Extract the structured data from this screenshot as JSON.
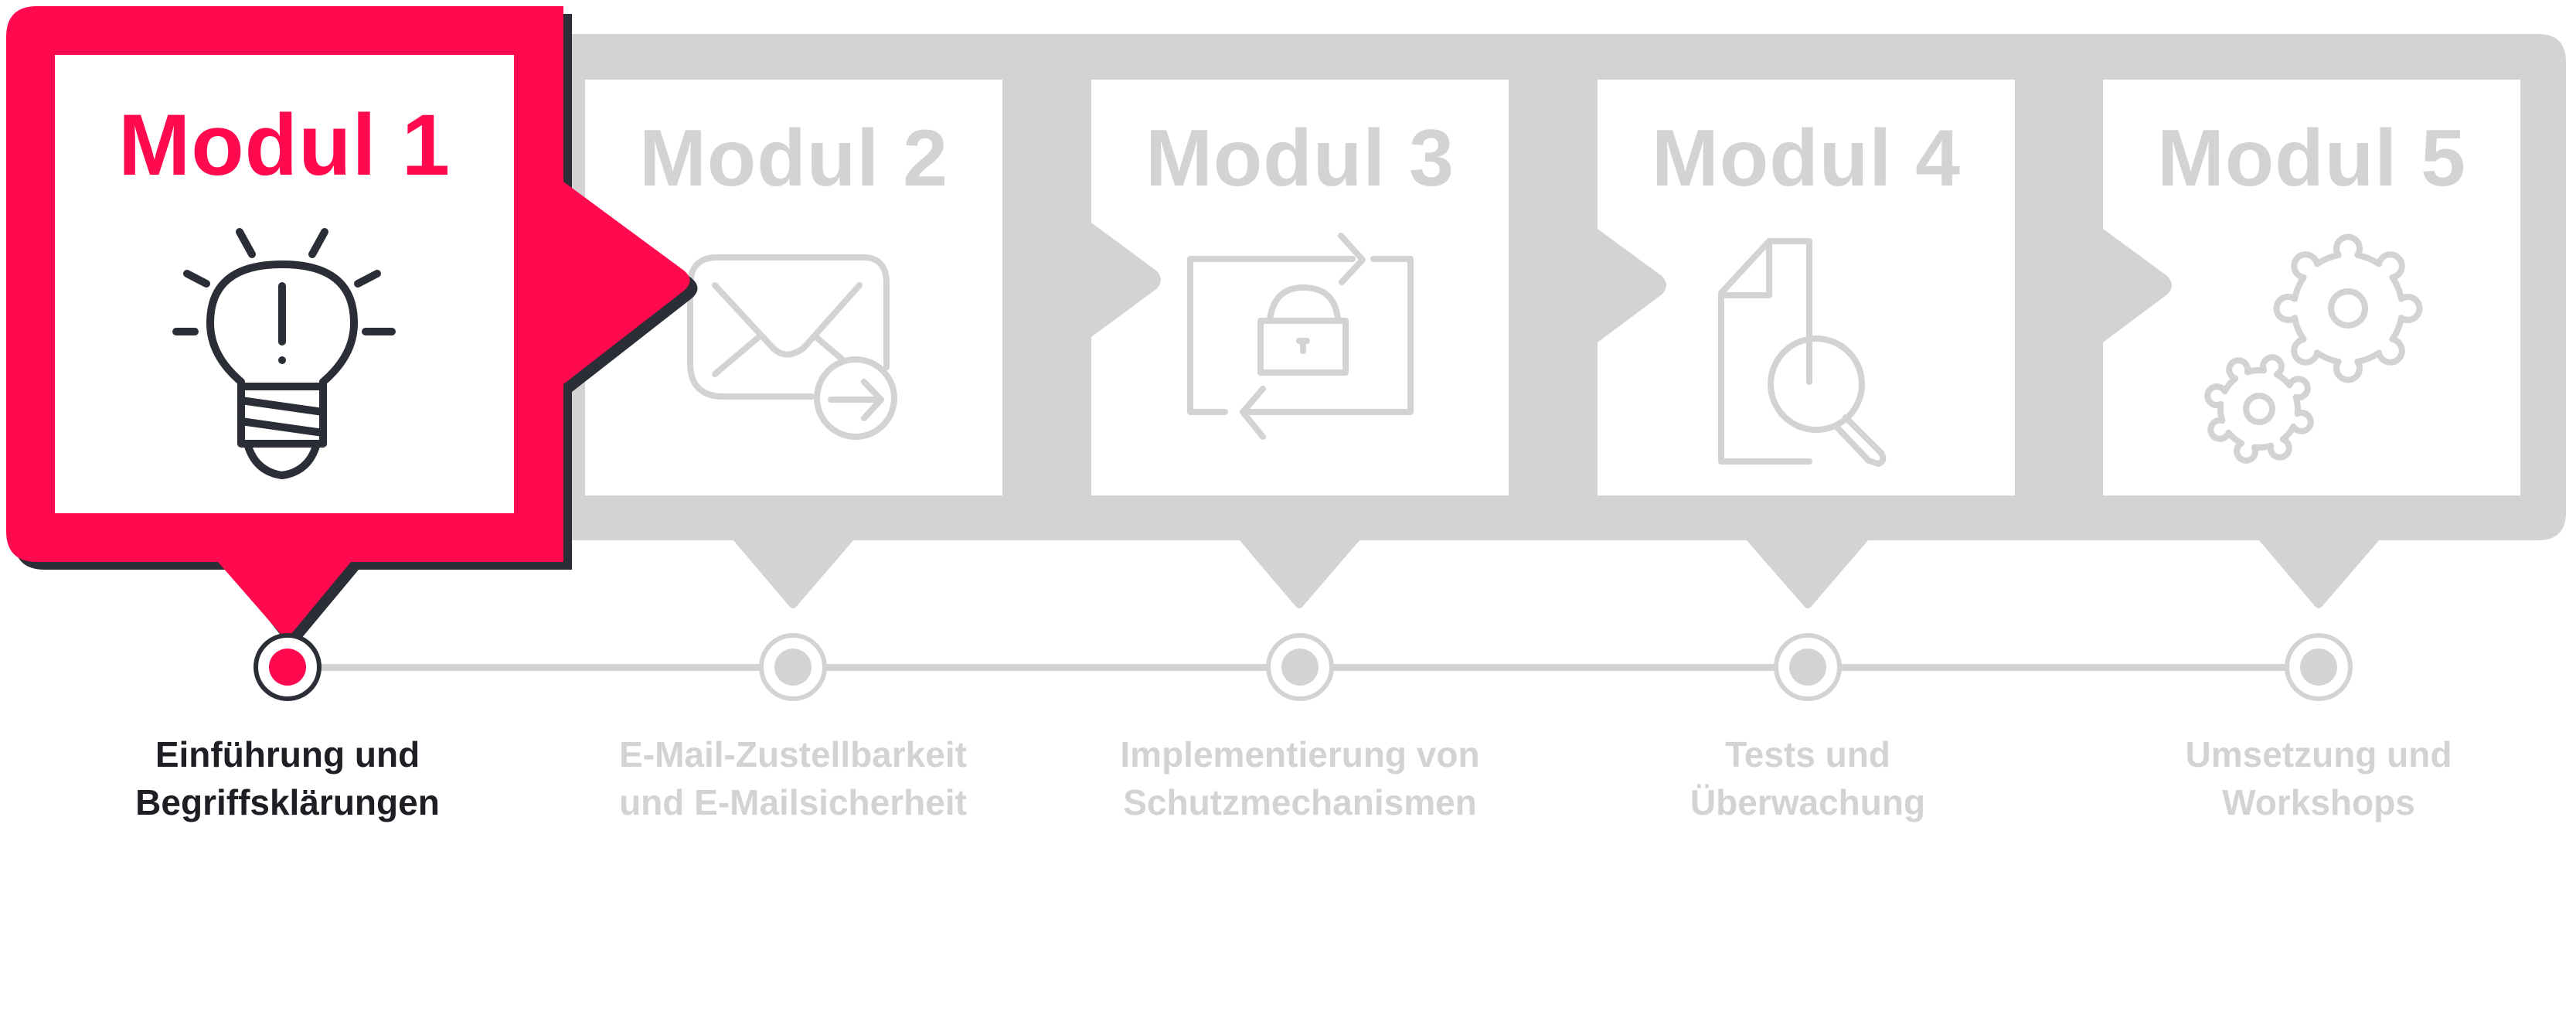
{
  "colors": {
    "active": "#FF0A4E",
    "active_shadow": "#2B2E36",
    "inactive": "#D3D3D3",
    "active_label": "#1E1F24",
    "inactive_label": "#D3D3D3",
    "card_bg": "#FFFFFF"
  },
  "active_index": 0,
  "modules": [
    {
      "title": "Modul 1",
      "icon": "lightbulb-icon",
      "label_lines": [
        "Einführung und",
        "Begriffsklärungen"
      ],
      "state": "active"
    },
    {
      "title": "Modul 2",
      "icon": "email-send-icon",
      "label_lines": [
        "E-Mail-Zustellbarkeit",
        "und E-Mailsicherheit"
      ],
      "state": "inactive"
    },
    {
      "title": "Modul 3",
      "icon": "lock-cycle-icon",
      "label_lines": [
        "Implementierung von",
        "Schutzmechanismen"
      ],
      "state": "inactive"
    },
    {
      "title": "Modul 4",
      "icon": "document-search-icon",
      "label_lines": [
        "Tests und",
        "Überwachung"
      ],
      "state": "inactive"
    },
    {
      "title": "Modul 5",
      "icon": "gears-icon",
      "label_lines": [
        "Umsetzung und",
        "Workshops"
      ],
      "state": "inactive"
    }
  ]
}
